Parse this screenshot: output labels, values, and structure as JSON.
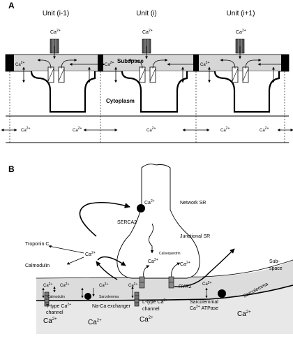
{
  "panel_a": {
    "label": "A",
    "units": [
      "Unit (i-1)",
      "Unit (i)",
      "Unit (i+1)"
    ],
    "subspace_label": "Subspace",
    "cytoplasm_label": "Cytoplasm",
    "ca": "Ca",
    "ca_sup": "2+"
  },
  "panel_b": {
    "label": "B",
    "ca": "Ca",
    "ca_sup": "2+",
    "network_sr": "Network SR",
    "serca2": "SERCA2",
    "junctional_sr": "Junctional SR",
    "calsequestrin": "Calsequestrin",
    "troponin_c": "Troponin C",
    "calmodulin": "Calmodulin",
    "calmodulin_small": "Calmodulin",
    "sarcolemma_small": "Sarcolemma",
    "ryr2": "RYR2",
    "sub": "Sub-",
    "space": "space",
    "sarcolemma_right": "Sarcolemma",
    "t_type_1": "T-type Ca",
    "t_type_2": "channel",
    "na_ca": "Na-Ca exchanger",
    "l_type_1": "L-type Ca",
    "l_type_2": "channel",
    "atpase_1": "Sarcolemmal",
    "atpase_2": "Ca",
    "atpase_3": "ATPase"
  }
}
